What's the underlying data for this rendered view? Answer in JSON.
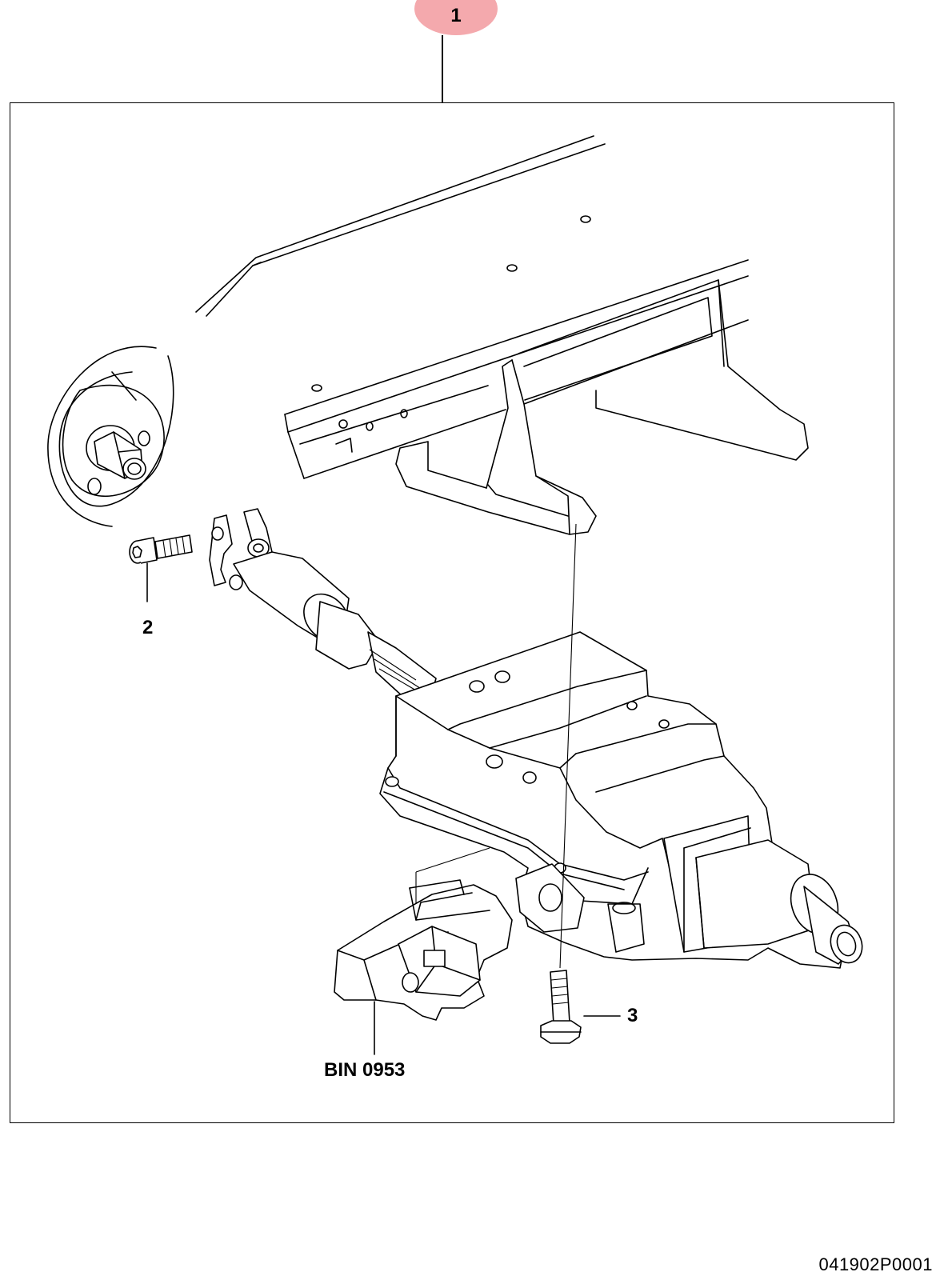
{
  "main_callout": {
    "number": "1",
    "color": "#f4a9ad"
  },
  "labels": {
    "bolt_2": "2",
    "bolt_3": "3",
    "bin": "BIN 0953"
  },
  "drawing_ref": "041902P0001",
  "parts": [
    {
      "id": "cross-member",
      "icon": "dashboard-cross-member-drawing"
    },
    {
      "id": "steering-wheel-hub",
      "icon": "steering-hub-drawing"
    },
    {
      "id": "intermediate-shaft",
      "icon": "universal-joint-shaft-drawing"
    },
    {
      "id": "steering-column",
      "icon": "steering-column-drawing"
    },
    {
      "id": "ignition-lock-housing",
      "icon": "lock-housing-drawing"
    }
  ]
}
